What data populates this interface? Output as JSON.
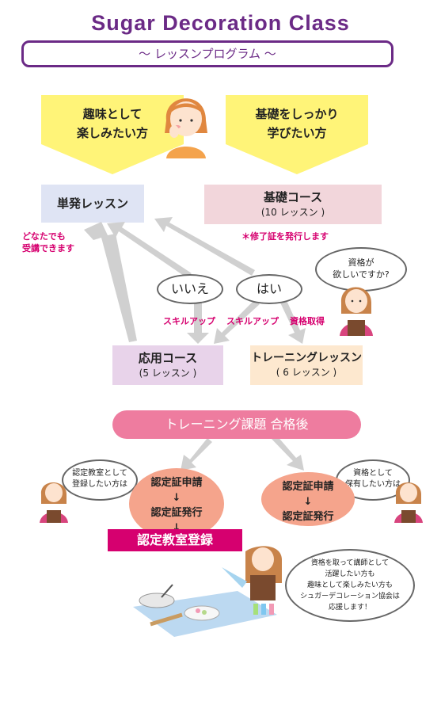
{
  "header": {
    "title": "Sugar Decoration Class",
    "subtitle": "～ レッスンプログラム ～"
  },
  "top": {
    "hobby": [
      "趣味として",
      "楽しみたい方"
    ],
    "basics": [
      "基礎をしっかり",
      "学びたい方"
    ]
  },
  "courses": {
    "single": "単発レッスン",
    "single_note": [
      "どなたでも",
      "受講できます"
    ],
    "basic": "基礎コース",
    "basic_sub": "(10 レッスン )",
    "basic_note": "＊修了証を発行します",
    "applied": "応用コース",
    "applied_sub": "(5 レッスン )",
    "training": "トレーニングレッスン",
    "training_sub": "( 6 レッスン )"
  },
  "decision": {
    "question": [
      "資格が",
      "欲しいですか?"
    ],
    "no": "いいえ",
    "yes": "はい",
    "skillup1": "スキルアップ",
    "skillup2": "スキルアップ",
    "cert": "資格取得"
  },
  "after": {
    "banner": "トレーニング課題 合格後",
    "left_bubble": [
      "認定教室として",
      "登録したい方は"
    ],
    "right_bubble": [
      "資格として",
      "保有したい方は"
    ],
    "left_oval": [
      "認定証申請",
      "↓",
      "認定証発行",
      "↓"
    ],
    "right_oval": [
      "認定証申請",
      "↓",
      "認定証発行"
    ],
    "register": "認定教室登録",
    "closing": [
      "資格を取って講師として",
      "活躍したい方も",
      "趣味として楽しみたい方も",
      "シュガーデコレーション協会は",
      "応援します！"
    ]
  },
  "colors": {
    "purple": "#6b2a86",
    "yellow": "#fff478",
    "magenta": "#d6006f",
    "pink": "#ee7c9f",
    "arrow": "#d0d0d0"
  }
}
